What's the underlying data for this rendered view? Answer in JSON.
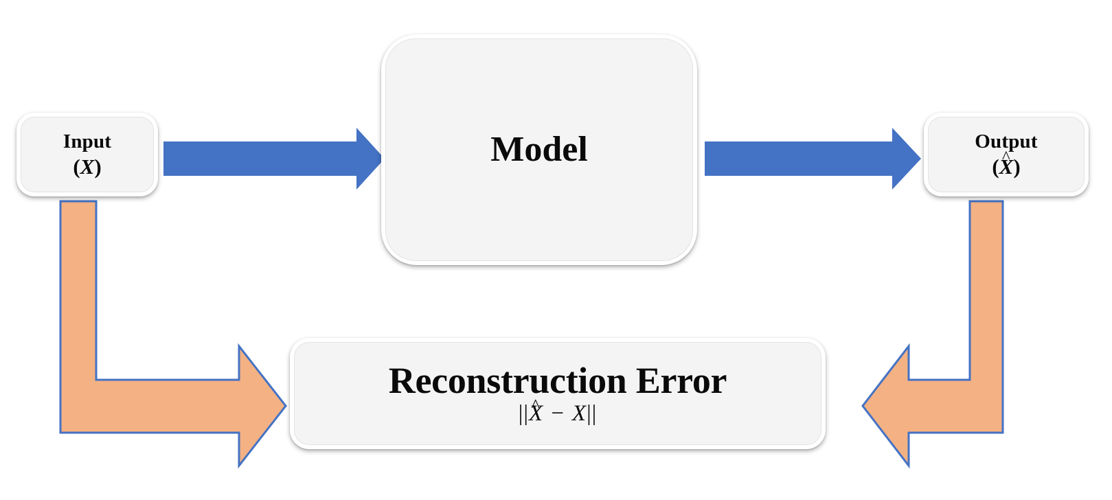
{
  "diagram": {
    "title": "Autoencoder reconstruction-error flow diagram",
    "background_color": "#ffffff"
  },
  "nodes": {
    "input": {
      "title": "Input",
      "symbol_open": "(",
      "symbol": "X",
      "symbol_close": ")",
      "hat": false
    },
    "model": {
      "label": "Model"
    },
    "output": {
      "title": "Output",
      "symbol_open": "(",
      "symbol": "X",
      "symbol_close": ")",
      "hat": true,
      "hat_mark": "^"
    },
    "reconstruction_error": {
      "title": "Reconstruction Error",
      "formula_open": "||",
      "formula_lhs": "X",
      "formula_hat": "^",
      "formula_operator": "−",
      "formula_rhs": "X",
      "formula_close": "||"
    }
  },
  "arrows": [
    {
      "name": "input-to-model",
      "kind": "straight-right",
      "color": "#4472c4",
      "stroke": "none",
      "from": "input",
      "to": "model"
    },
    {
      "name": "model-to-output",
      "kind": "straight-right",
      "color": "#4472c4",
      "stroke": "none",
      "from": "model",
      "to": "output"
    },
    {
      "name": "input-to-reconstruction-error",
      "kind": "bent-down-right",
      "color": "#f4b183",
      "stroke": "#4472c4",
      "from": "input",
      "to": "reconstruction_error"
    },
    {
      "name": "output-to-reconstruction-error",
      "kind": "bent-down-left",
      "color": "#f4b183",
      "stroke": "#4472c4",
      "from": "output",
      "to": "reconstruction_error"
    }
  ],
  "colors": {
    "arrow_blue": "#4472c4",
    "arrow_orange_fill": "#f4b183",
    "arrow_orange_stroke": "#4472c4",
    "box_fill": "#f4f4f4",
    "box_border": "#e3e3e3",
    "text": "#0a0a0a",
    "background": "#ffffff"
  }
}
